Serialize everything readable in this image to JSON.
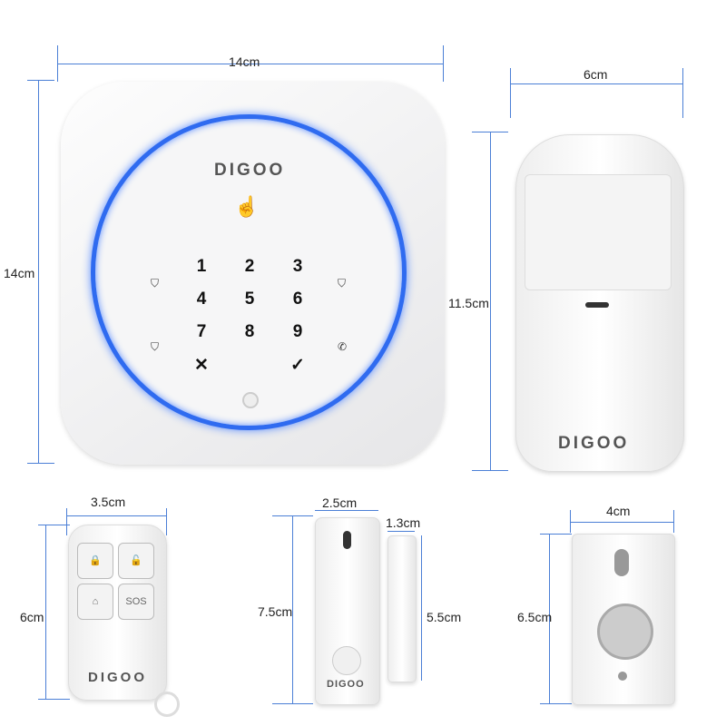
{
  "brand": "DIGOO",
  "dimensions": {
    "hub_width": "14cm",
    "hub_height": "14cm",
    "pir_width": "6cm",
    "pir_height": "11.5cm",
    "remote_width": "3.5cm",
    "remote_height": "6cm",
    "door_sensor_width": "2.5cm",
    "magnet_width": "1.3cm",
    "door_sensor_height": "7.5cm",
    "magnet_height": "5.5cm",
    "bracket_width": "4cm",
    "bracket_height": "6.5cm"
  },
  "keypad": {
    "keys": [
      "1",
      "2",
      "3",
      "4",
      "5",
      "6",
      "7",
      "8",
      "9"
    ],
    "cancel": "✕",
    "confirm": "✓"
  },
  "remote_buttons": [
    "🔒",
    "🔓",
    "⌂",
    "SOS"
  ],
  "colors": {
    "ring": "#2f6bf0",
    "dimension_line": "#4b7fd6"
  }
}
